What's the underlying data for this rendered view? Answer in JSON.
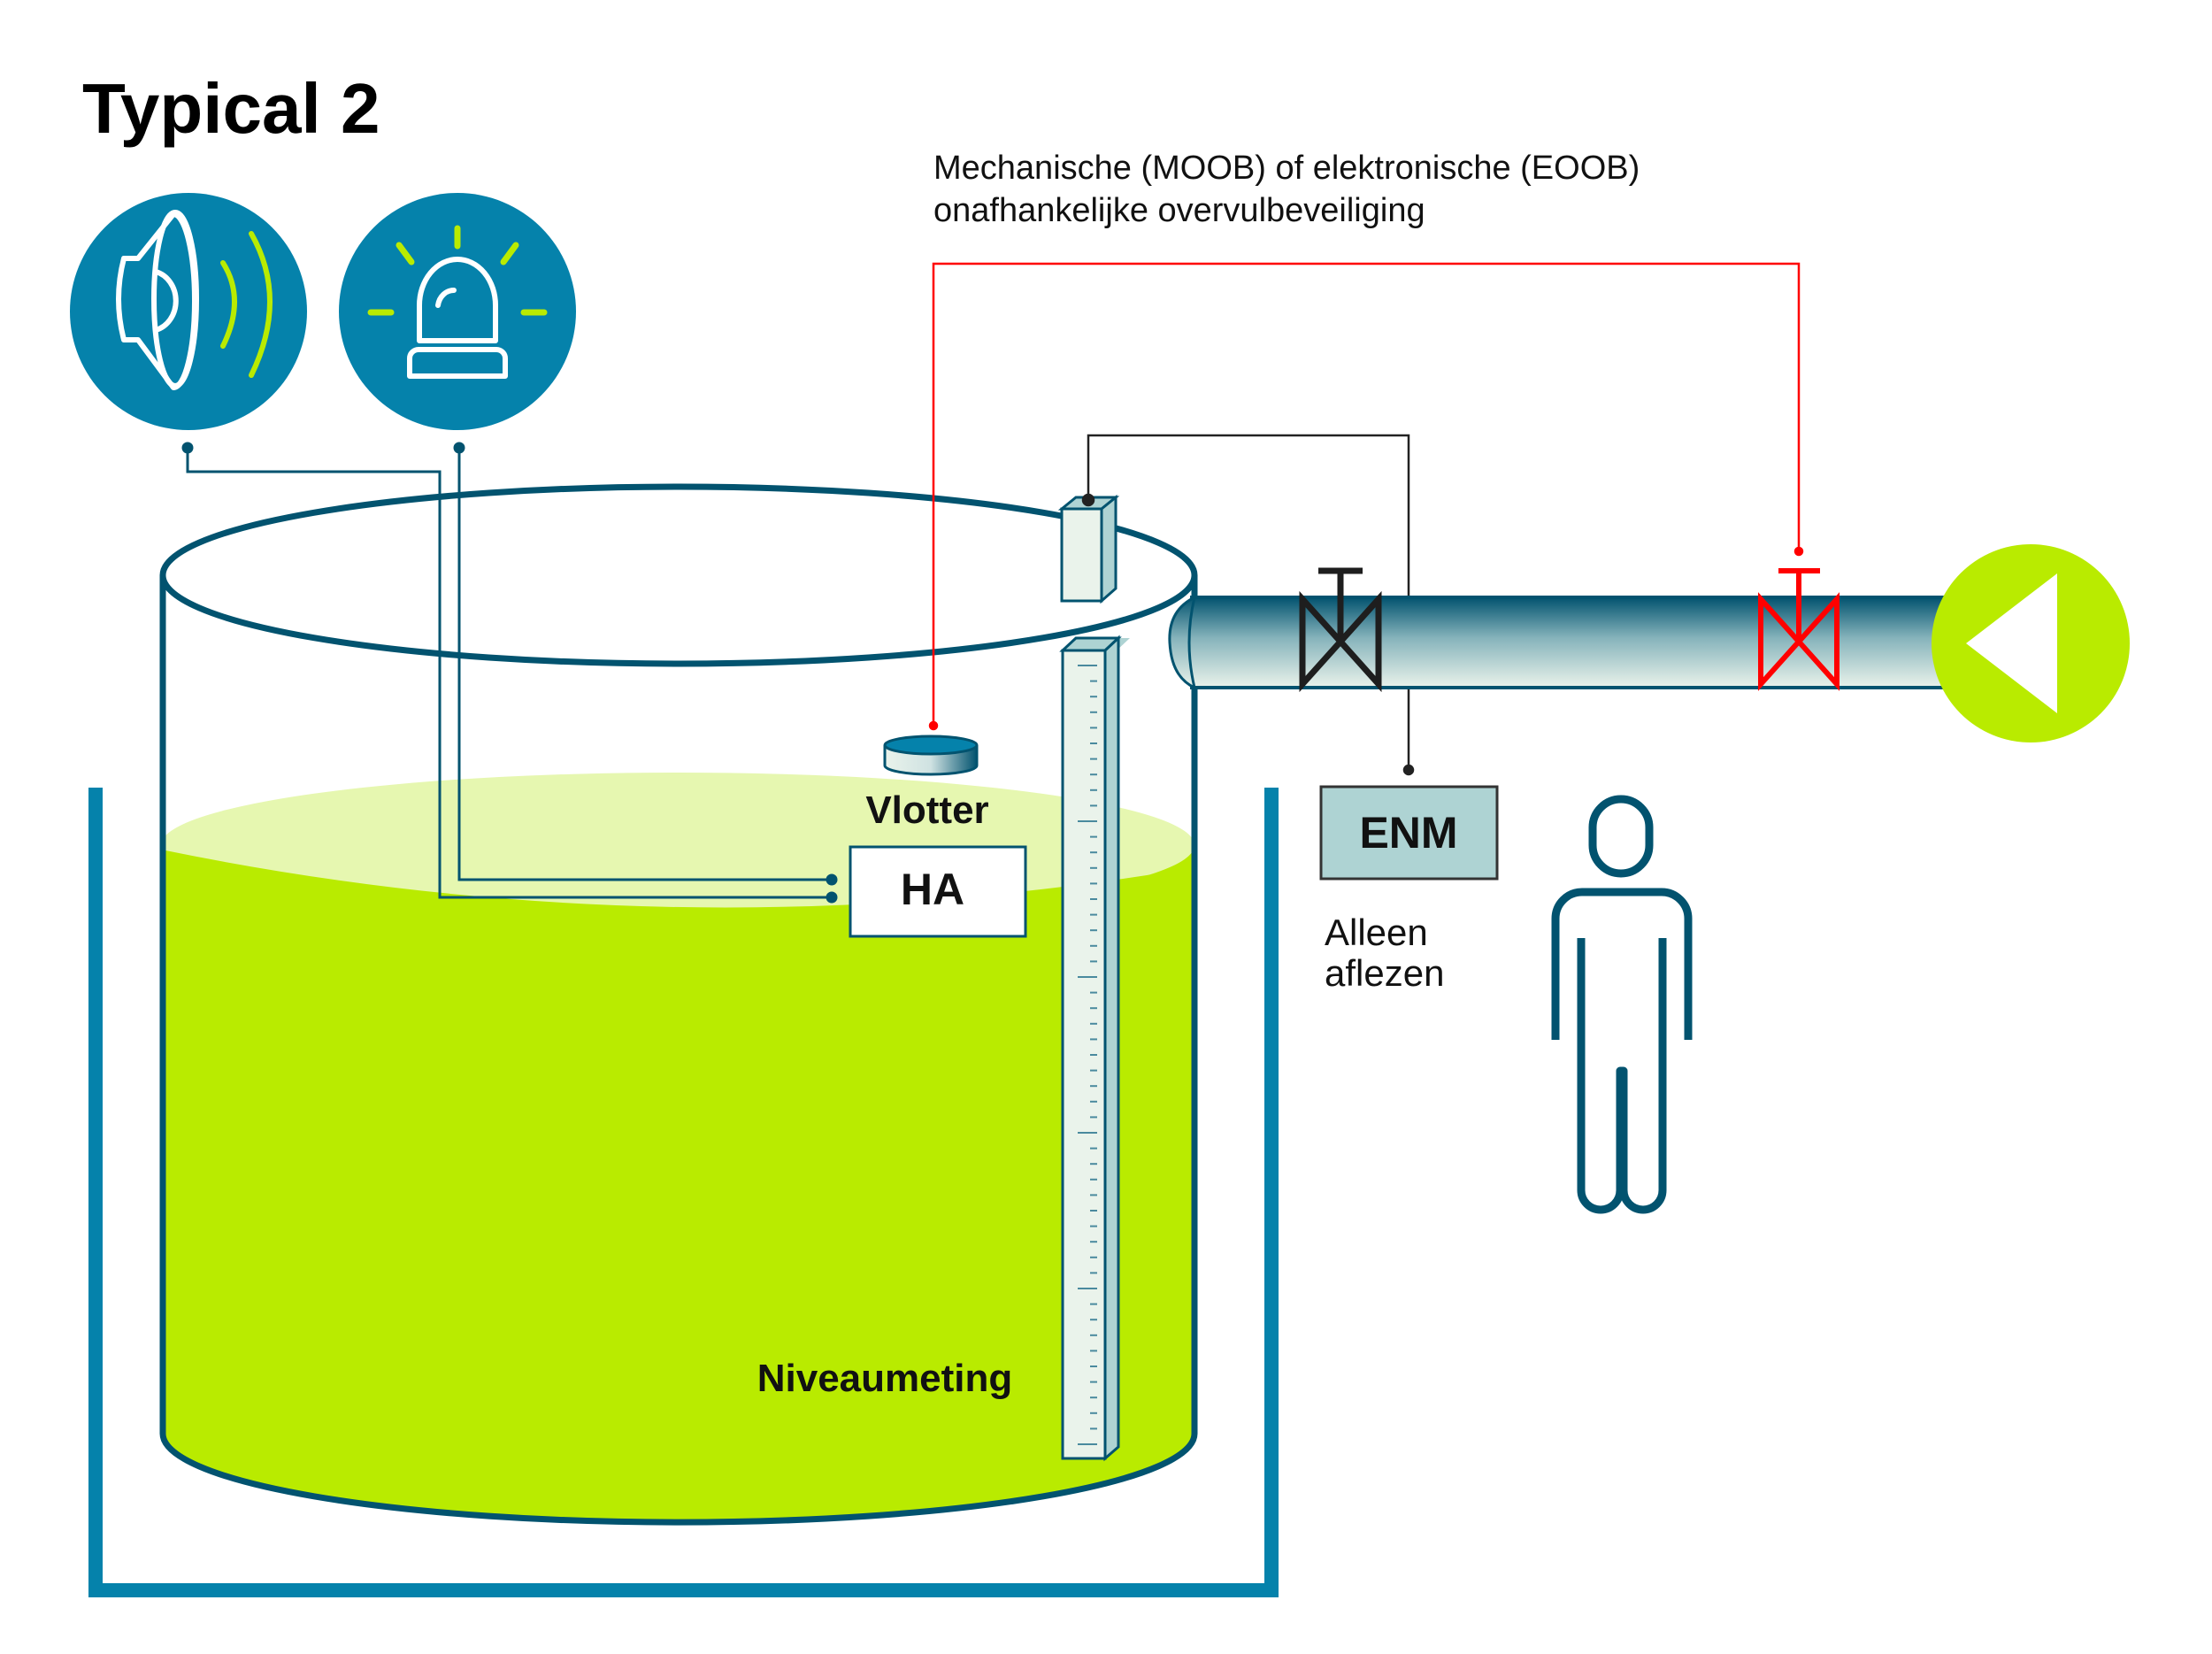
{
  "title": "Typical 2",
  "annotation": {
    "line1": "Mechanische (MOOB) of elektronische (EOOB)",
    "line2": "onafhankelijke overvulbeveiliging"
  },
  "labels": {
    "float": "Vlotter",
    "high_alarm": "HA",
    "level_measurement": "Niveaumeting",
    "enm": "ENM",
    "read_only_line1": "Alleen",
    "read_only_line2": "aflezen"
  },
  "icons": {
    "alarm_sound": "speaker-icon",
    "alarm_light": "siren-icon",
    "pump": "pump-icon",
    "operator": "person-icon",
    "manual_valve": "valve-icon",
    "overfill_valve": "valve-icon"
  },
  "colors": {
    "primary_blue": "#0582ab",
    "dark_teal": "#02536f",
    "lime": "#b9eb00",
    "light_lime": "#e6f7b0",
    "signal_red": "#ff0000",
    "enm_fill": "#aed3d3",
    "gauge_fill": "#eaf3eb"
  }
}
